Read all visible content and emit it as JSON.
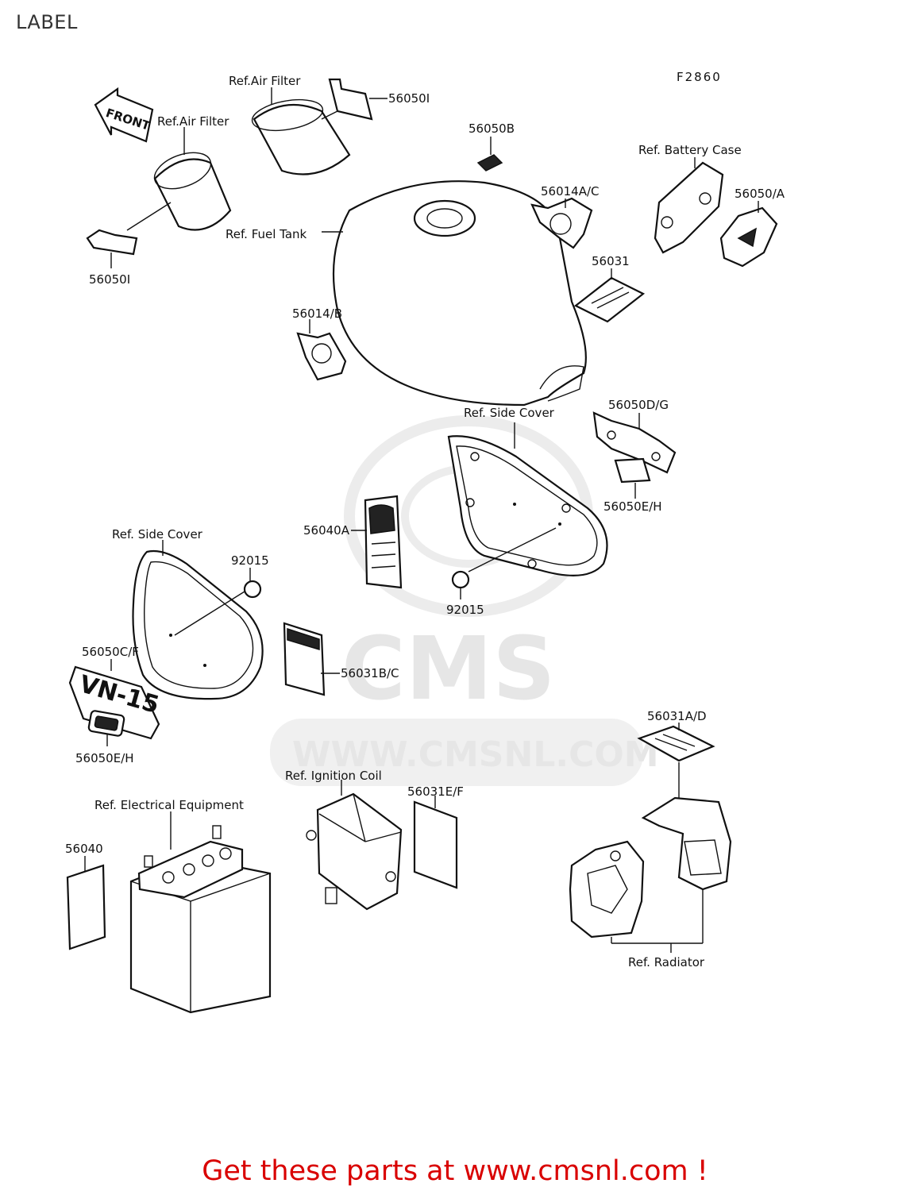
{
  "page": {
    "title": "LABEL",
    "figure_code": "F2860"
  },
  "watermark": {
    "brand": "CMS",
    "url": "WWW.CMSNL.COM"
  },
  "labels": {
    "ref_air_filter_top": "Ref.Air Filter",
    "ref_air_filter_left": "Ref.Air Filter",
    "front_arrow_text": "FRONT",
    "part_56050i_top": "56050I",
    "part_56050i_bottom": "56050I",
    "part_56050b": "56050B",
    "ref_battery_case": "Ref. Battery Case",
    "part_56014ac": "56014A/C",
    "part_56050a": "56050/A",
    "ref_fuel_tank": "Ref. Fuel Tank",
    "part_56031": "56031",
    "part_56014b": "56014/B",
    "ref_side_cover_right": "Ref. Side Cover",
    "part_56050dg": "56050D/G",
    "part_56050eh_right": "56050E/H",
    "part_56040a": "56040A",
    "ref_side_cover_left": "Ref. Side Cover",
    "part_92015_left": "92015",
    "part_92015_right": "92015",
    "part_56050cf": "56050C/F",
    "part_56031bc": "56031B/C",
    "part_56050eh_left": "56050E/H",
    "emblem_text": "VN-15",
    "part_56031ad": "56031A/D",
    "ref_ignition_coil": "Ref. Ignition Coil",
    "part_56031ef": "56031E/F",
    "ref_electrical_equipment": "Ref. Electrical Equipment",
    "part_56040": "56040",
    "ref_radiator": "Ref. Radiator"
  },
  "footer": {
    "text": "Get these parts at www.cmsnl.com !",
    "color": "#d90000"
  }
}
